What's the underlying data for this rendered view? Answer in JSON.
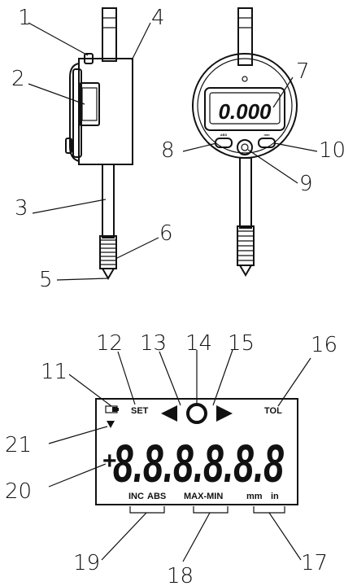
{
  "callouts": [
    "1",
    "2",
    "3",
    "4",
    "5",
    "6",
    "7",
    "8",
    "9",
    "10",
    "11",
    "12",
    "13",
    "14",
    "15",
    "16",
    "17",
    "18",
    "19",
    "20",
    "21"
  ],
  "dial": {
    "reading": "0.000",
    "left_key": "ABS",
    "right_key": "mm"
  },
  "lcd": {
    "set": "SET",
    "tol": "TOL",
    "digits": "8.8.8.8.8.8",
    "sign": "+",
    "inc": "INC",
    "abs": "ABS",
    "maxmin": "MAX-MIN",
    "mm": "mm",
    "in": "in"
  }
}
